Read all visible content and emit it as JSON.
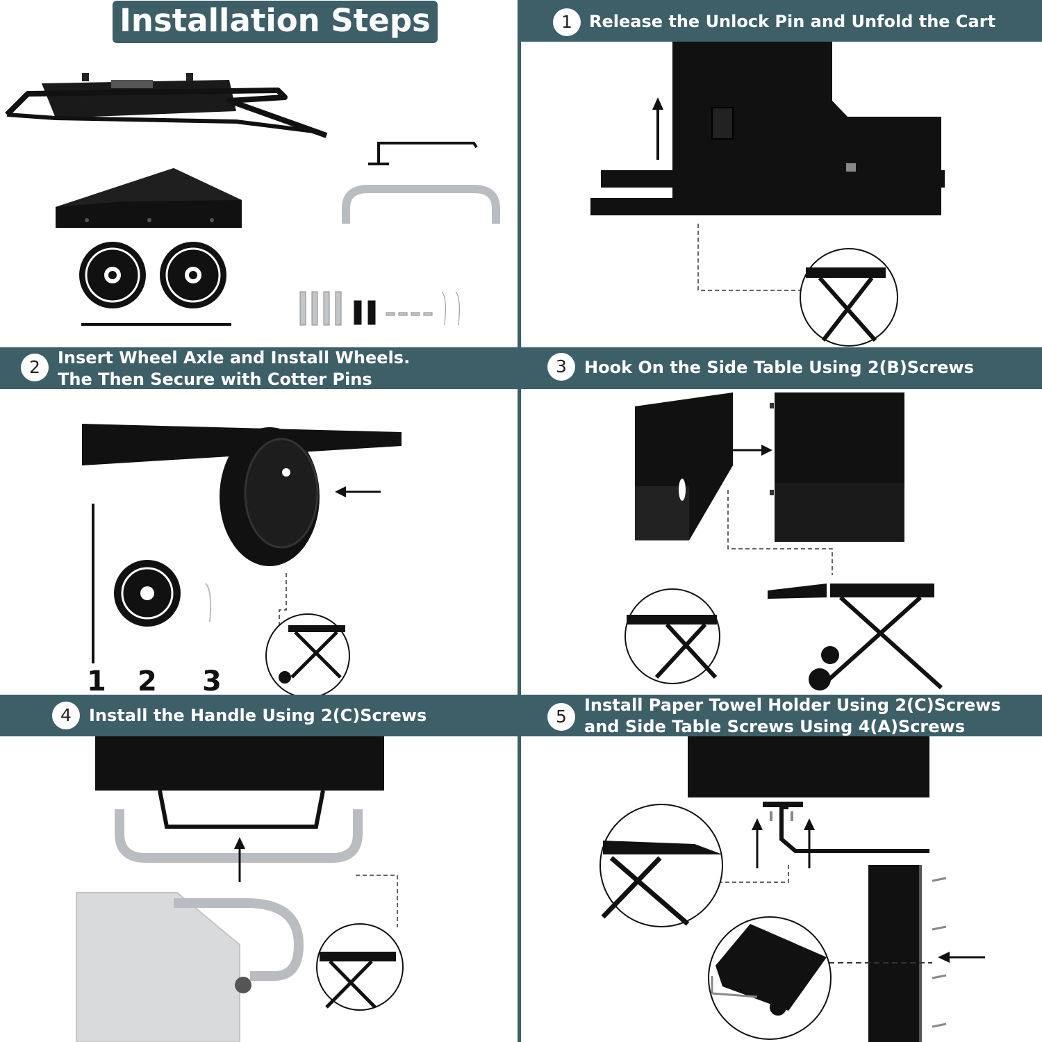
{
  "title": "Installation Steps",
  "steps": [
    {
      "number": "1",
      "text": "Release the Unlock Pin and Unfold the Cart"
    },
    {
      "number": "2",
      "line1": "Insert Wheel Axle and Install Wheels.",
      "line2": "The Then Secure with Cotter Pins"
    },
    {
      "number": "3",
      "text": "Hook On the Side Table Using 2(B)Screws"
    },
    {
      "number": "4",
      "text": "Install the Handle Using 2(C)Screws"
    },
    {
      "number": "5",
      "line1": "Install Paper Towel Holder Using 2(C)Screws",
      "line2": "and Side Table Screws Using 4(A)Screws"
    }
  ],
  "step2_parts": [
    "1",
    "2",
    "3"
  ],
  "colors": {
    "banner": "#3d5f68",
    "part": "#111111",
    "steel": "#b9bcc0"
  }
}
